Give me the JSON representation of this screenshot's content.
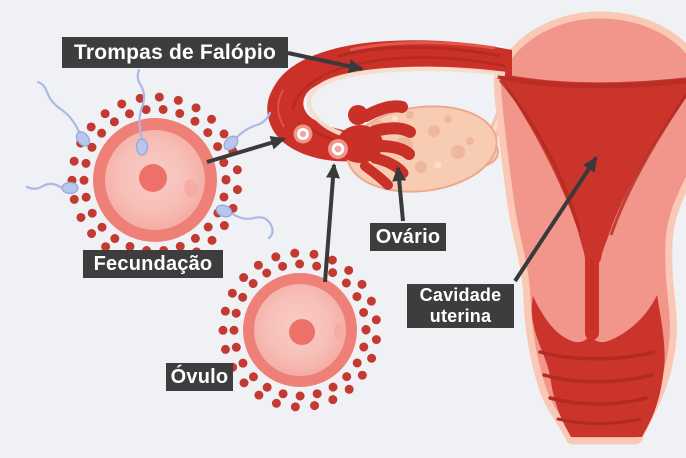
{
  "labels": {
    "fallopian_tubes": "Trompas de Falópio",
    "fertilization": "Fecundação",
    "ovary": "Ovário",
    "ovum": "Óvulo",
    "uterine_cavity": "Cavidade uterina"
  },
  "palette": {
    "background": "#f0f1f4",
    "label_background": "#3d3d3d",
    "label_text": "#ffffff",
    "arrow": "#3a3a3a",
    "anatomy_red": "#ca342b",
    "anatomy_red_dark": "#b22a21",
    "anatomy_salmon": "#f2968c",
    "anatomy_outline_peach": "#f9c9b6",
    "ovary_peach": "#f7ccb2",
    "egg_outer": "#ee8078",
    "egg_inner": "#f8c6c0",
    "egg_nucleus": "#ed7168",
    "corona_dots": "#c23a32",
    "sperm_blue": "#b8c6ec"
  }
}
